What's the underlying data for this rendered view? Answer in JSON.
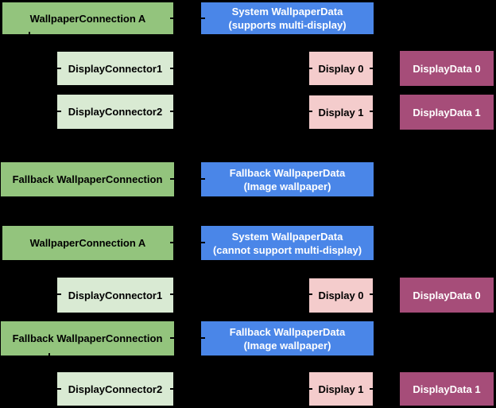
{
  "diagram": {
    "background": "#000000",
    "colors": {
      "wallpaper_connection_green": "#93C47D",
      "display_connector_light_green": "#D9EAD3",
      "wallpaper_data_blue": "#4A86E8",
      "display_pink": "#F4CCCC",
      "display_data_magenta": "#A64D79",
      "text_dark": "#000000",
      "text_light": "#FFFFFF",
      "connector_line": "#000000"
    },
    "sections": [
      {
        "nodes": {
          "wallpaper_connection_a": "WallpaperConnection A",
          "system_wallpaper_data": {
            "line1": "System WallpaperData",
            "line2": "(supports multi-display)"
          },
          "display_connector_1": "DisplayConnector1",
          "display_0": "Display 0",
          "display_data_0": "DisplayData 0",
          "display_connector_2": "DisplayConnector2",
          "display_1": "Display 1",
          "display_data_1": "DisplayData 1",
          "fallback_wallpaper_connection": "Fallback WallpaperConnection",
          "fallback_wallpaper_data": {
            "line1": "Fallback WallpaperData",
            "line2": "(Image wallpaper)"
          }
        },
        "edges": [
          "WallpaperConnection A - System WallpaperData",
          "WallpaperConnection A - DisplayConnector1",
          "WallpaperConnection A - DisplayConnector2",
          "DisplayConnector1 - Display 0",
          "Display 0 - DisplayData 0",
          "DisplayConnector2 - Display 1",
          "Display 1 - DisplayData 1",
          "Fallback WallpaperConnection - Fallback WallpaperData"
        ]
      },
      {
        "nodes": {
          "wallpaper_connection_a": "WallpaperConnection A",
          "system_wallpaper_data": {
            "line1": "System WallpaperData",
            "line2": "(cannot support multi-display)"
          },
          "display_connector_1": "DisplayConnector1",
          "display_0": "Display 0",
          "display_data_0": "DisplayData 0",
          "fallback_wallpaper_connection": "Fallback WallpaperConnection",
          "fallback_wallpaper_data": {
            "line1": "Fallback WallpaperData",
            "line2": "(Image wallpaper)"
          },
          "display_connector_2": "DisplayConnector2",
          "display_1": "Display 1",
          "display_data_1": "DisplayData 1"
        },
        "edges": [
          "WallpaperConnection A - System WallpaperData",
          "WallpaperConnection A - DisplayConnector1",
          "DisplayConnector1 - Display 0",
          "Display 0 - DisplayData 0",
          "Fallback WallpaperConnection - Fallback WallpaperData",
          "Fallback WallpaperConnection - DisplayConnector2",
          "DisplayConnector2 - Display 1",
          "Display 1 - DisplayData 1"
        ]
      }
    ]
  }
}
